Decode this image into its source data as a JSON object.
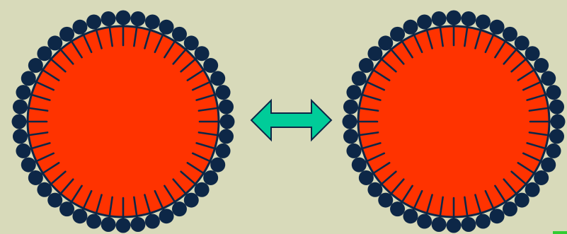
{
  "colors": {
    "background": "#D8DABA",
    "core_fill": "#FF3300",
    "outline": "#0D2747",
    "head_fill": "#0D2747",
    "arrow_fill": "#00CC99",
    "corner_mark": "#33CC33"
  },
  "micelles": [
    {
      "name": "left-micelle",
      "molecule_count": 44
    },
    {
      "name": "right-micelle",
      "molecule_count": 44
    }
  ],
  "connector": {
    "icon": "double-headed-arrow-icon",
    "direction": "left-right"
  }
}
